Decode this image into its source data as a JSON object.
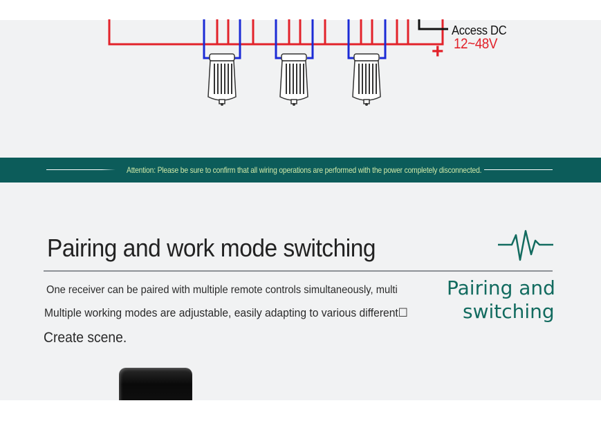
{
  "wiring_diagram": {
    "access_label": "Access DC",
    "voltage_label": "12~48V",
    "plus_symbol": "+",
    "colors": {
      "positive_wire": "#e2222a",
      "negative_wire": "#1b2bd6",
      "ground_wire": "#111111"
    }
  },
  "banner": {
    "text": "Attention: Please be sure to confirm that all wiring operations are performed with the power completely disconnected.",
    "background": "#0c5c5a",
    "text_color": "#cfe9a8"
  },
  "section": {
    "title": "Pairing and work mode switching",
    "badge_line1": "Pairing and",
    "badge_line2": "switching",
    "badge_icon": "pulse-wave-icon",
    "badge_color": "#126b5f",
    "desc_line1": "One receiver can be paired with multiple remote controls simultaneously, multi",
    "desc_line2": "Multiple working modes are adjustable, easily adapting to various different☐",
    "desc_line3": "Create scene."
  },
  "product_image": {
    "icon": "remote-receiver-device"
  }
}
